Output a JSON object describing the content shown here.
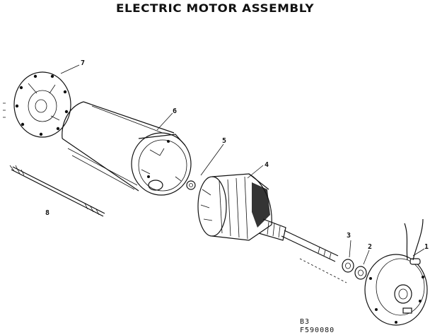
{
  "title": "ELECTRIC MOTOR ASSEMBLY",
  "parts": [
    {
      "number": "1",
      "icon": "end-bell-icon"
    },
    {
      "number": "2",
      "icon": "washer-icon"
    },
    {
      "number": "3",
      "icon": "bearing-washer-icon"
    },
    {
      "number": "4",
      "icon": "armature-icon"
    },
    {
      "number": "5",
      "icon": "small-washer-icon"
    },
    {
      "number": "6",
      "icon": "motor-housing-icon"
    },
    {
      "number": "7",
      "icon": "end-plate-icon"
    },
    {
      "number": "8",
      "icon": "through-bolt-icon"
    }
  ],
  "reference": {
    "line1": "B3",
    "line2": "F590080"
  }
}
